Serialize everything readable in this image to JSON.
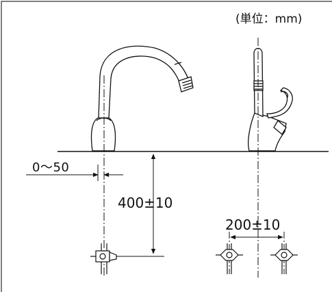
{
  "unit_label": "(単位：mm)",
  "dimensions": {
    "outlet_offset": "0～50",
    "mount_height": "400±10",
    "valve_spacing": "200±10"
  },
  "colors": {
    "line": "#1a1a1a",
    "fill": "#ffffff"
  }
}
